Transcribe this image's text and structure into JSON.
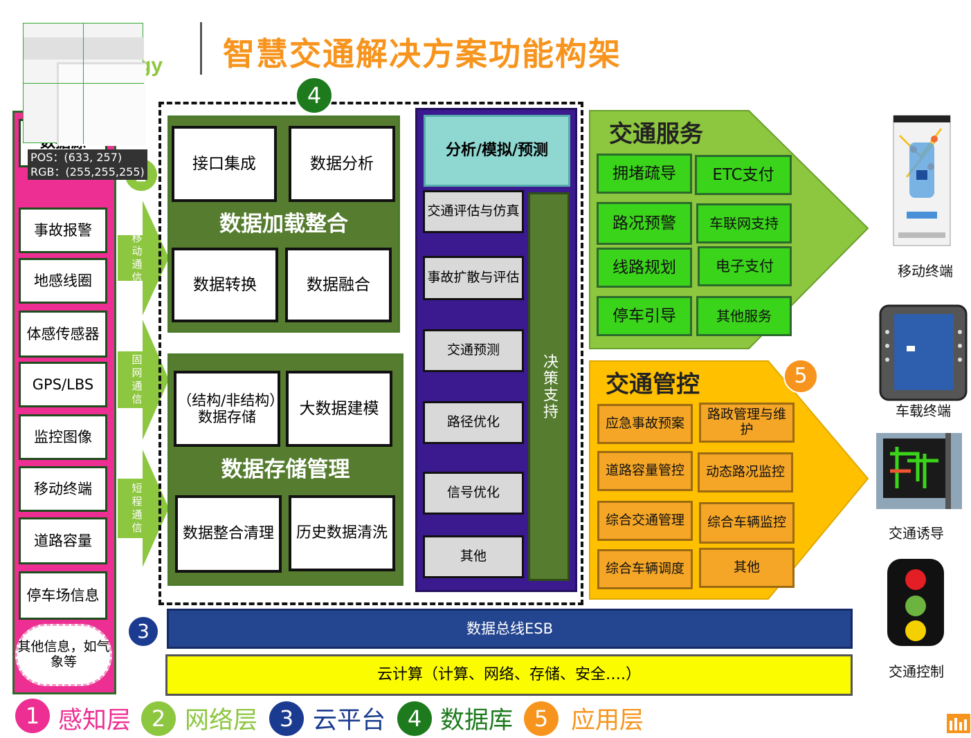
{
  "header": {
    "title": "智慧交通解决方案功能构架",
    "logo_fragment": "gy"
  },
  "overlay": {
    "pos": "POS：(633, 257)",
    "rgb": "RGB：(255,255,255)"
  },
  "sensing": {
    "title_partial": "数据源",
    "items": [
      "事故报警",
      "地感线圈",
      "体感传感器",
      "GPS/LBS",
      "监控图像",
      "移动终端",
      "道路容量",
      "停车场信息"
    ],
    "cloud": "其他信息，如气象等"
  },
  "network": {
    "arrows": [
      "移动通信",
      "固网通信",
      "短程通信"
    ],
    "badge": "2"
  },
  "database": {
    "badge": "4",
    "load": {
      "items": [
        "接口集成",
        "数据分析",
        "数据转换",
        "数据融合"
      ],
      "title": "数据加载整合"
    },
    "storage": {
      "items": [
        "（结构/非结构）数据存储",
        "大数据建模",
        "数据整合清理",
        "历史数据清洗"
      ],
      "title": "数据存储管理"
    },
    "analysis": {
      "title": "分析/模拟/预测",
      "items": [
        "交通评估与仿真",
        "事故扩散与评估",
        "交通预测",
        "路径优化",
        "信号优化",
        "其他"
      ],
      "decision": "决策支持"
    }
  },
  "service": {
    "title": "交通服务",
    "items": [
      "拥堵疏导",
      "ETC支付",
      "路况预警",
      "车联网支持",
      "线路规划",
      "电子支付",
      "停车引导",
      "其他服务"
    ]
  },
  "control": {
    "title": "交通管控",
    "badge": "5",
    "items": [
      "应急事故预案",
      "路政管理与维护",
      "道路容量管控",
      "动态路况监控",
      "综合交通管理",
      "综合车辆监控",
      "综合车辆调度",
      "其他"
    ]
  },
  "platform": {
    "badge": "3",
    "esb": "数据总线ESB",
    "cloud": "云计算（计算、网络、存储、安全….）"
  },
  "devices": [
    "移动终端",
    "车载终端",
    "交通诱导",
    "交通控制"
  ],
  "legend": [
    {
      "num": "1",
      "label": "感知层",
      "color": "#ed2e92"
    },
    {
      "num": "2",
      "label": "网络层",
      "color": "#8dc63f"
    },
    {
      "num": "3",
      "label": "云平台",
      "color": "#1a3b8f"
    },
    {
      "num": "4",
      "label": "数据库",
      "color": "#1d7a1d"
    },
    {
      "num": "5",
      "label": "应用层",
      "color": "#f7941d"
    }
  ],
  "colors": {
    "accent": "#f7941d",
    "sensing": "#ed2e92",
    "panel": "#557c2f",
    "service": "#8dc63f",
    "control": "#ffc000",
    "esb": "#24458f",
    "cloud": "#fcfc00"
  }
}
